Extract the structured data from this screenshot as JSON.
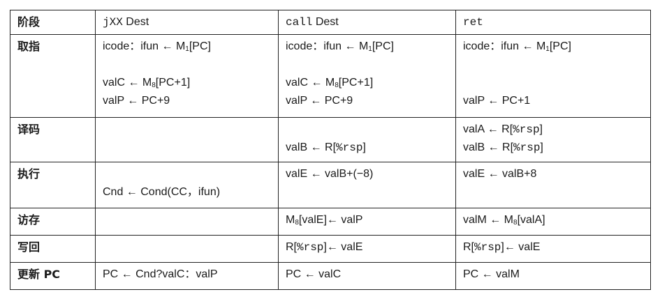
{
  "header": {
    "stage": "阶段",
    "col1_mono": "jXX",
    "col1_rest": " Dest",
    "col2_mono": "call",
    "col2_rest": " Dest",
    "col3_mono": "ret"
  },
  "fetch": {
    "label": "取指",
    "c1": {
      "l1": "icode：ifun ← M",
      "l1_sub": "1",
      "l1_end": "[PC]",
      "l3": "valC ← M",
      "l3_sub": "8",
      "l3_end": "[PC+1]",
      "l4": "valP ← PC+9"
    },
    "c2": {
      "l1": "icode：ifun ← M",
      "l1_sub": "1",
      "l1_end": "[PC]",
      "l3": "valC ← M",
      "l3_sub": "8",
      "l3_end": "[PC+1]",
      "l4": "valP ← PC+9"
    },
    "c3": {
      "l1": "icode：ifun ← M",
      "l1_sub": "1",
      "l1_end": "[PC]",
      "l4": "valP ← PC+1"
    }
  },
  "decode": {
    "label": "译码",
    "c2": {
      "l2_a": "valB ← R[",
      "l2_m": "%rsp",
      "l2_b": "]"
    },
    "c3": {
      "l1_a": "valA ← R[",
      "l1_m": "%rsp",
      "l1_b": "]",
      "l2_a": "valB ← R[",
      "l2_m": "%rsp",
      "l2_b": "]"
    }
  },
  "execute": {
    "label": "执行",
    "c1": {
      "l2": "Cnd ← Cond(CC，ifun)"
    },
    "c2": {
      "l1": "valE ← valB+(−8)"
    },
    "c3": {
      "l1": "valE ← valB+8"
    }
  },
  "memory": {
    "label": "访存",
    "c2": {
      "a": "M",
      "sub": "8",
      "b": "[valE]← valP"
    },
    "c3": {
      "a": "valM ← M",
      "sub": "8",
      "b": "[valA]"
    }
  },
  "writeback": {
    "label": "写回",
    "c2": {
      "a": "R[",
      "m": "%rsp",
      "b": "]← valE"
    },
    "c3": {
      "a": "R[",
      "m": "%rsp",
      "b": "]← valE"
    }
  },
  "pcupdate": {
    "label": "更新 PC",
    "c1": "PC ← Cnd?valC：valP",
    "c2": "PC ← valC",
    "c3": "PC ← valM"
  }
}
